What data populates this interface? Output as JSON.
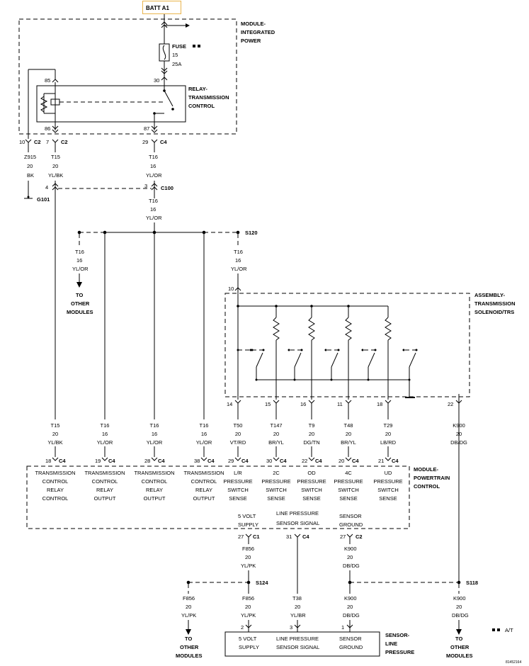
{
  "batt": "BATT A1",
  "module_power": [
    "MODULE-",
    "INTEGRATED",
    "POWER"
  ],
  "fuse": {
    "label": "FUSE",
    "num": "15",
    "amps": "25A"
  },
  "relay": [
    "RELAY-",
    "TRANSMISSION",
    "CONTROL"
  ],
  "pins": {
    "p85": "85",
    "p30": "30",
    "p86": "86",
    "p87": "87"
  },
  "conn_top": {
    "c10": "10",
    "c2a": "C2",
    "c7": "7",
    "c2b": "C2",
    "c29": "29",
    "c4": "C4"
  },
  "wire_z915": [
    "Z915",
    "20",
    "BK"
  ],
  "wire_t15_top": [
    "T15",
    "20",
    "YL/BK"
  ],
  "wire_t16_top": [
    "T16",
    "16",
    "YL/OR"
  ],
  "c100": {
    "p4": "4",
    "p3": "3",
    "name": "C100"
  },
  "ground": "G101",
  "wire_t16_mid": [
    "T16",
    "16",
    "YL/OR"
  ],
  "splice_s120": "S120",
  "wire_t16_left": [
    "T16",
    "16",
    "YL/OR"
  ],
  "to_other_1": [
    "TO",
    "OTHER",
    "MODULES"
  ],
  "wire_t16_right": [
    "T16",
    "16",
    "YL/OR"
  ],
  "pin10": "10",
  "assembly": [
    "ASSEMBLY-",
    "TRANSMISSION",
    "SOLENOID/TRS"
  ],
  "sol_pins": [
    "14",
    "15",
    "16",
    "11",
    "18",
    "22"
  ],
  "bottom_wires": [
    [
      "T15",
      "20",
      "YL/BK"
    ],
    [
      "T16",
      "16",
      "YL/OR"
    ],
    [
      "T16",
      "16",
      "YL/OR"
    ],
    [
      "T16",
      "16",
      "YL/OR"
    ],
    [
      "T50",
      "20",
      "VT/RD"
    ],
    [
      "T147",
      "20",
      "BR/YL"
    ],
    [
      "T9",
      "20",
      "DG/TN"
    ],
    [
      "T48",
      "20",
      "BR/YL"
    ],
    [
      "T29",
      "20",
      "LB/RD"
    ],
    [
      "K900",
      "20",
      "DB/DG"
    ]
  ],
  "pcm_pins": [
    "18",
    "19",
    "28",
    "38",
    "29",
    "30",
    "22",
    "20",
    "21"
  ],
  "pcm_conn": "C4",
  "pcm_labels": [
    [
      "TRANSMISSION",
      "CONTROL",
      "RELAY",
      "CONTROL"
    ],
    [
      "TRANSMISSION",
      "CONTROL",
      "RELAY",
      "OUTPUT"
    ],
    [
      "TRANSMISSION",
      "CONTROL",
      "RELAY",
      "OUTPUT"
    ],
    [
      "TRANSMISSION",
      "CONTROL",
      "RELAY",
      "OUTPUT"
    ],
    [
      "L/R",
      "PRESSURE",
      "SWITCH",
      "SENSE"
    ],
    [
      "2C",
      "PRESSURE",
      "SWITCH",
      "SENSE"
    ],
    [
      "OD",
      "PRESSURE",
      "SWITCH",
      "SENSE"
    ],
    [
      "4C",
      "PRESSURE",
      "SWITCH",
      "SENSE"
    ],
    [
      "UD",
      "PRESSURE",
      "SWITCH",
      "SENSE"
    ]
  ],
  "pcm_module": [
    "MODULE-",
    "POWERTRAIN",
    "CONTROL"
  ],
  "pcm_lower": [
    [
      "5 VOLT",
      "SUPPLY"
    ],
    [
      "LINE PRESSURE",
      "SENSOR SIGNAL"
    ],
    [
      "SENSOR",
      "GROUND"
    ]
  ],
  "pcm_lower_pins": [
    {
      "pin": "27",
      "conn": "C1"
    },
    {
      "pin": "31",
      "conn": "C4"
    },
    {
      "pin": "27",
      "conn": "C2"
    }
  ],
  "wire_f856_a": [
    "F856",
    "20",
    "YL/PK"
  ],
  "wire_k900_a": [
    "K900",
    "20",
    "DB/DG"
  ],
  "splice_s124": "S124",
  "splice_s118": "S118",
  "wire_f856_b": [
    "F856",
    "20",
    "YL/PK"
  ],
  "wire_f856_c": [
    "F856",
    "20",
    "YL/PK"
  ],
  "wire_t38": [
    "T38",
    "20",
    "YL/BR"
  ],
  "wire_k900_b": [
    "K900",
    "20",
    "DB/DG"
  ],
  "wire_k900_c": [
    "K900",
    "20",
    "DB/DG"
  ],
  "sensor_pins": [
    "2",
    "3",
    "1"
  ],
  "sensor_labels": [
    [
      "5 VOLT",
      "SUPPLY"
    ],
    [
      "LINE PRESSURE",
      "SENSOR SIGNAL"
    ],
    [
      "SENSOR",
      "GROUND"
    ]
  ],
  "sensor_module": [
    "SENSOR-",
    "LINE",
    "PRESSURE"
  ],
  "to_other_2": [
    "TO",
    "OTHER",
    "MODULES"
  ],
  "to_other_3": [
    "TO",
    "OTHER",
    "MODULES"
  ],
  "legend": "A/T",
  "fig_id": "81452164"
}
